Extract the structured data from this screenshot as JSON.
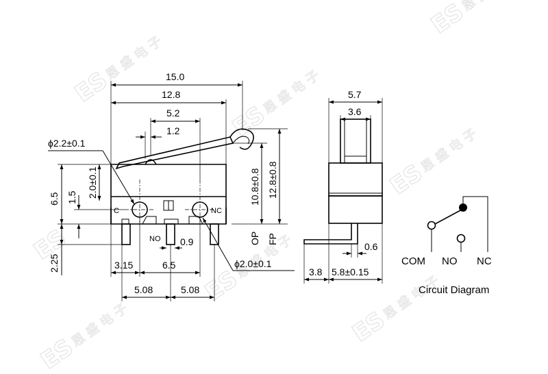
{
  "watermark": {
    "latin": "ES",
    "cjk": "恩 盛 电 子"
  },
  "front_view": {
    "dims": {
      "overall_length": "15.0",
      "body_length": "12.8",
      "center_to_pivot": "5.2",
      "lever_offset": "1.2",
      "mount_hole": "ϕ2.2±0.1",
      "hole_to_top": "2.0±0.1",
      "body_height": "6.5",
      "hole_to_base": "1.5",
      "op_height": "10.8±0.8",
      "fp_height": "12.8±0.8",
      "op_label": "OP",
      "fp_label": "FP",
      "pin_hole": "ϕ2.0±0.1",
      "terminal_length": "2.25",
      "left_offset": "3.15",
      "hole_spacing": "6.5",
      "no_pin_width": "0.9",
      "pin_pitch_left": "5.08",
      "pin_pitch_right": "5.08"
    },
    "terminal_labels": {
      "c": "C",
      "nc": "NC",
      "no": "NO"
    }
  },
  "side_view": {
    "dims": {
      "total_width": "5.7",
      "actuator_width": "3.6",
      "pin_thickness": "0.6",
      "pin_offset": "3.8",
      "body_width": "5.8±0.15"
    }
  },
  "circuit": {
    "terminals": {
      "com": "COM",
      "no": "NO",
      "nc": "NC"
    },
    "caption": "Circuit Diagram"
  }
}
